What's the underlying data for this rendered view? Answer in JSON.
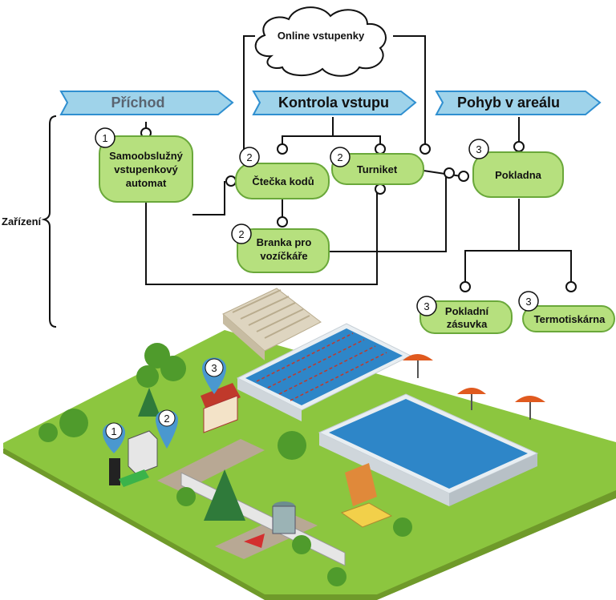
{
  "headers": {
    "arrival": "Příchod",
    "entry_control": "Kontrola vstupu",
    "movement": "Pohyb v areálu"
  },
  "cloud": "Online vstupenky",
  "side_label": "Zařízení",
  "devices": {
    "kiosk": {
      "lines": [
        "Samoobslužný",
        "vstupenkový",
        "automat"
      ],
      "number": "1"
    },
    "code_reader": {
      "lines": [
        "Čtečka kodů"
      ],
      "number": "2"
    },
    "turnstile": {
      "lines": [
        "Turniket"
      ],
      "number": "2"
    },
    "wheelchair_gate": {
      "lines": [
        "Branka pro",
        "vozíčkáře"
      ],
      "number": "2"
    },
    "cash_desk": {
      "lines": [
        "Pokladna"
      ],
      "number": "3"
    },
    "cash_drawer": {
      "lines": [
        "Pokladní",
        "zásuvka"
      ],
      "number": "3"
    },
    "thermal_printer": {
      "lines": [
        "Termotiskárna"
      ],
      "number": "3"
    }
  },
  "map_pins": [
    "1",
    "2",
    "3"
  ],
  "colors": {
    "header_fill": "#9fd3ea",
    "header_stroke": "#2f8fd0",
    "header_text_arrival": "#5a6470",
    "device_fill": "#b6e07e",
    "device_stroke": "#6aa83a",
    "grass": "#8cc63f",
    "pool_water": "#2e86c8",
    "pin": "#4a98cf"
  }
}
